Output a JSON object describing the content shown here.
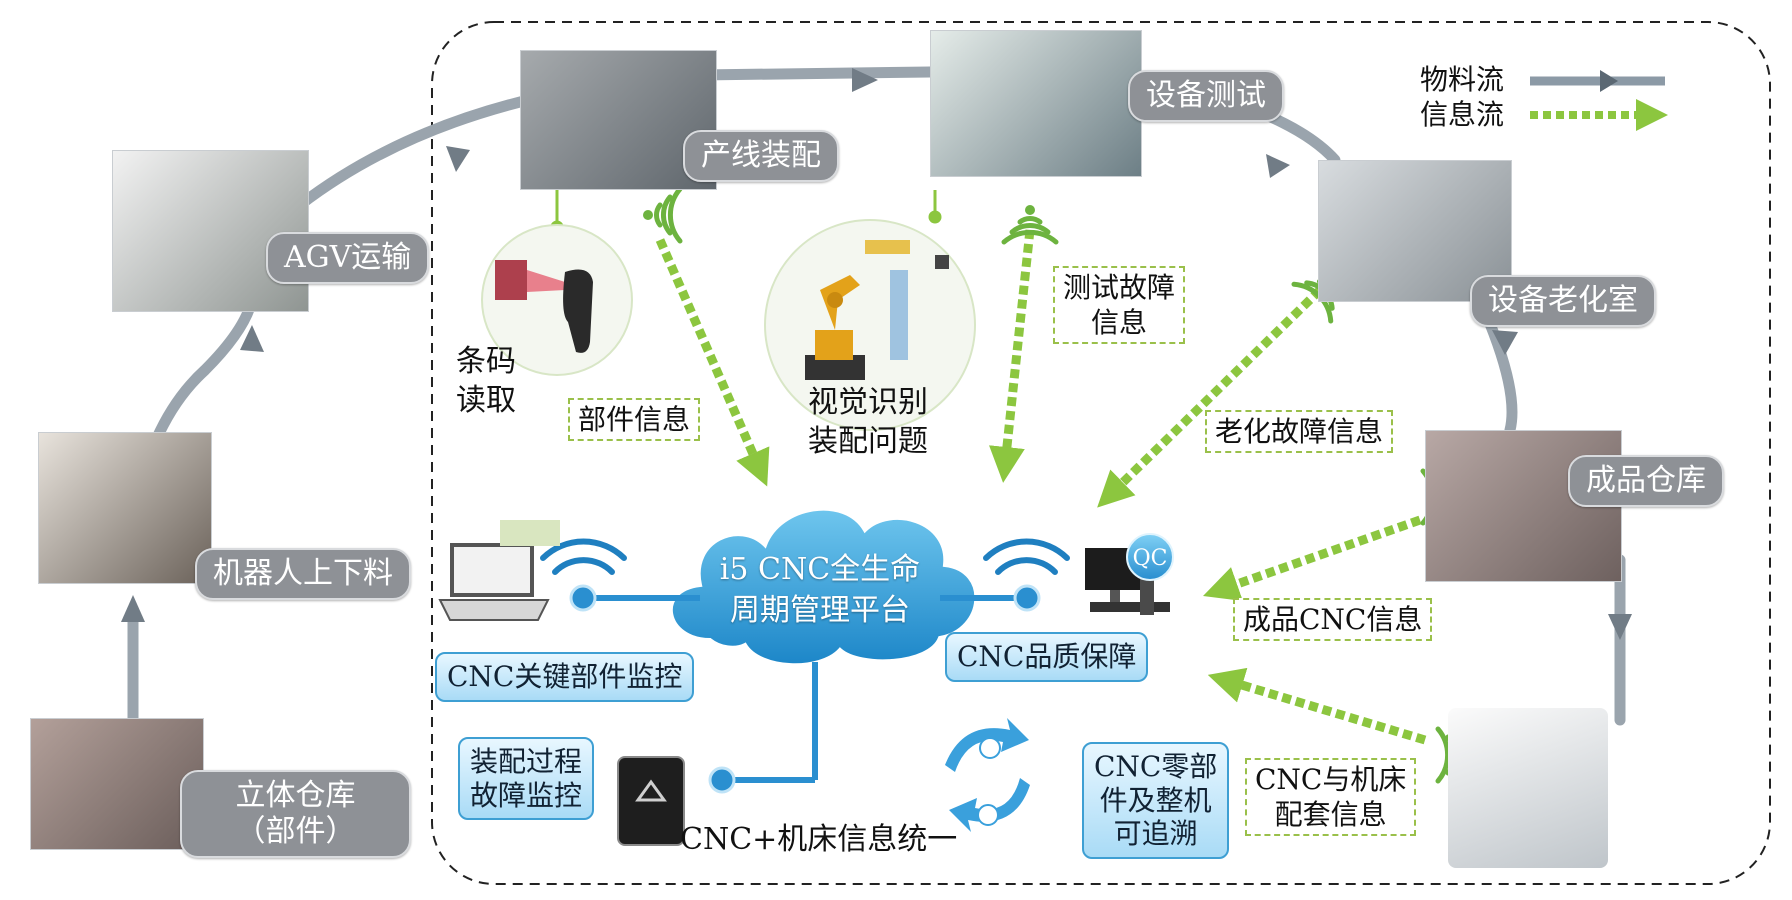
{
  "legend": {
    "material_flow": "物料流",
    "info_flow": "信息流"
  },
  "stations": {
    "warehouse": "立体仓库\n（部件）",
    "robot": "机器人上下料",
    "agv": "AGV运输",
    "assembly": "产线装配",
    "testing": "设备测试",
    "aging": "设备老化室",
    "finished": "成品仓库"
  },
  "info": {
    "barcode": "条码\n读取",
    "part_info": "部件信息",
    "vision": "视觉识别\n装配问题",
    "test_fault": "测试故障\n信息",
    "aging_fault": "老化故障信息",
    "finished_cnc": "成品CNC信息",
    "cnc_machine": "CNC与机床\n配套信息"
  },
  "platform": {
    "cloud": "i5 CNC全生命\n周期管理平台",
    "monitor": "CNC关键部件监控",
    "quality": "CNC品质保障",
    "qc_badge": "QC",
    "assembly_fault": "装配过程\n故障监控",
    "unify": "CNC+机床信息统一",
    "traceable": "CNC零部\n件及整机\n可追溯"
  },
  "colors": {
    "material_flow": "#8c9aa6",
    "info_flow": "#8cc63f",
    "cloud": "#3aa6dc",
    "connector": "#2a8fd0"
  }
}
